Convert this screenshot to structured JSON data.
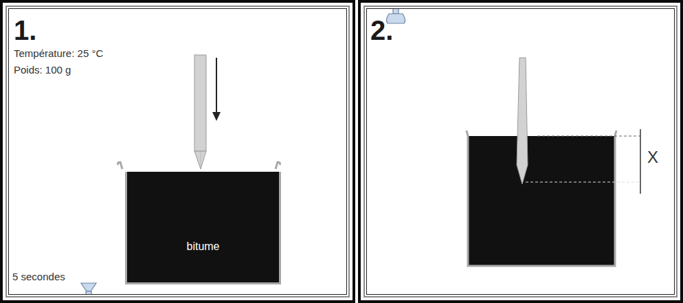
{
  "diagram": {
    "nodes": [
      {
        "text": [
          "1.",
          "Température: 25 °C",
          "Poids: 100 g",
          "5 secondes"
        ]
      },
      {
        "text": [
          "bitume"
        ],
        "in": 0
      },
      {
        "text": [
          "2."
        ]
      }
    ],
    "labels": [
      "X"
    ]
  }
}
